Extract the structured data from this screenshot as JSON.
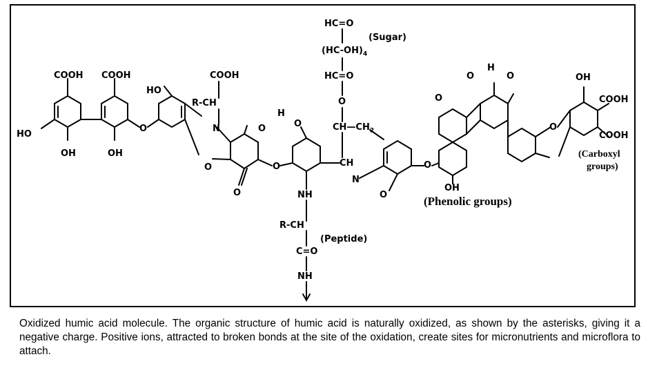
{
  "labels": {
    "cooh": "COOH",
    "ho": "HO",
    "oh": "OH",
    "o": "O",
    "n": "N",
    "nh": "NH",
    "ch": "CH",
    "rch": "R-CH",
    "ch_ch2": "CH—CH",
    "ch2_sub": "2",
    "h": "H",
    "hc_o": "HC=O",
    "hc_oh": "(HC-OH)",
    "hc_oh_sub": "4",
    "c_o": "C=O",
    "sugar": "(Sugar)",
    "peptide": "(Peptide)",
    "phenolic": "(Phenolic groups)",
    "carboxyl_1": "(Carboxyl",
    "carboxyl_2": "groups)"
  },
  "caption": "Oxidized humic acid molecule. The organic structure of humic acid is naturally oxidized, as shown by the asterisks, giving it a negative charge. Positive ions, attracted to broken bonds at the site of the oxidation, create sites for micronutrients and microflora to attach."
}
